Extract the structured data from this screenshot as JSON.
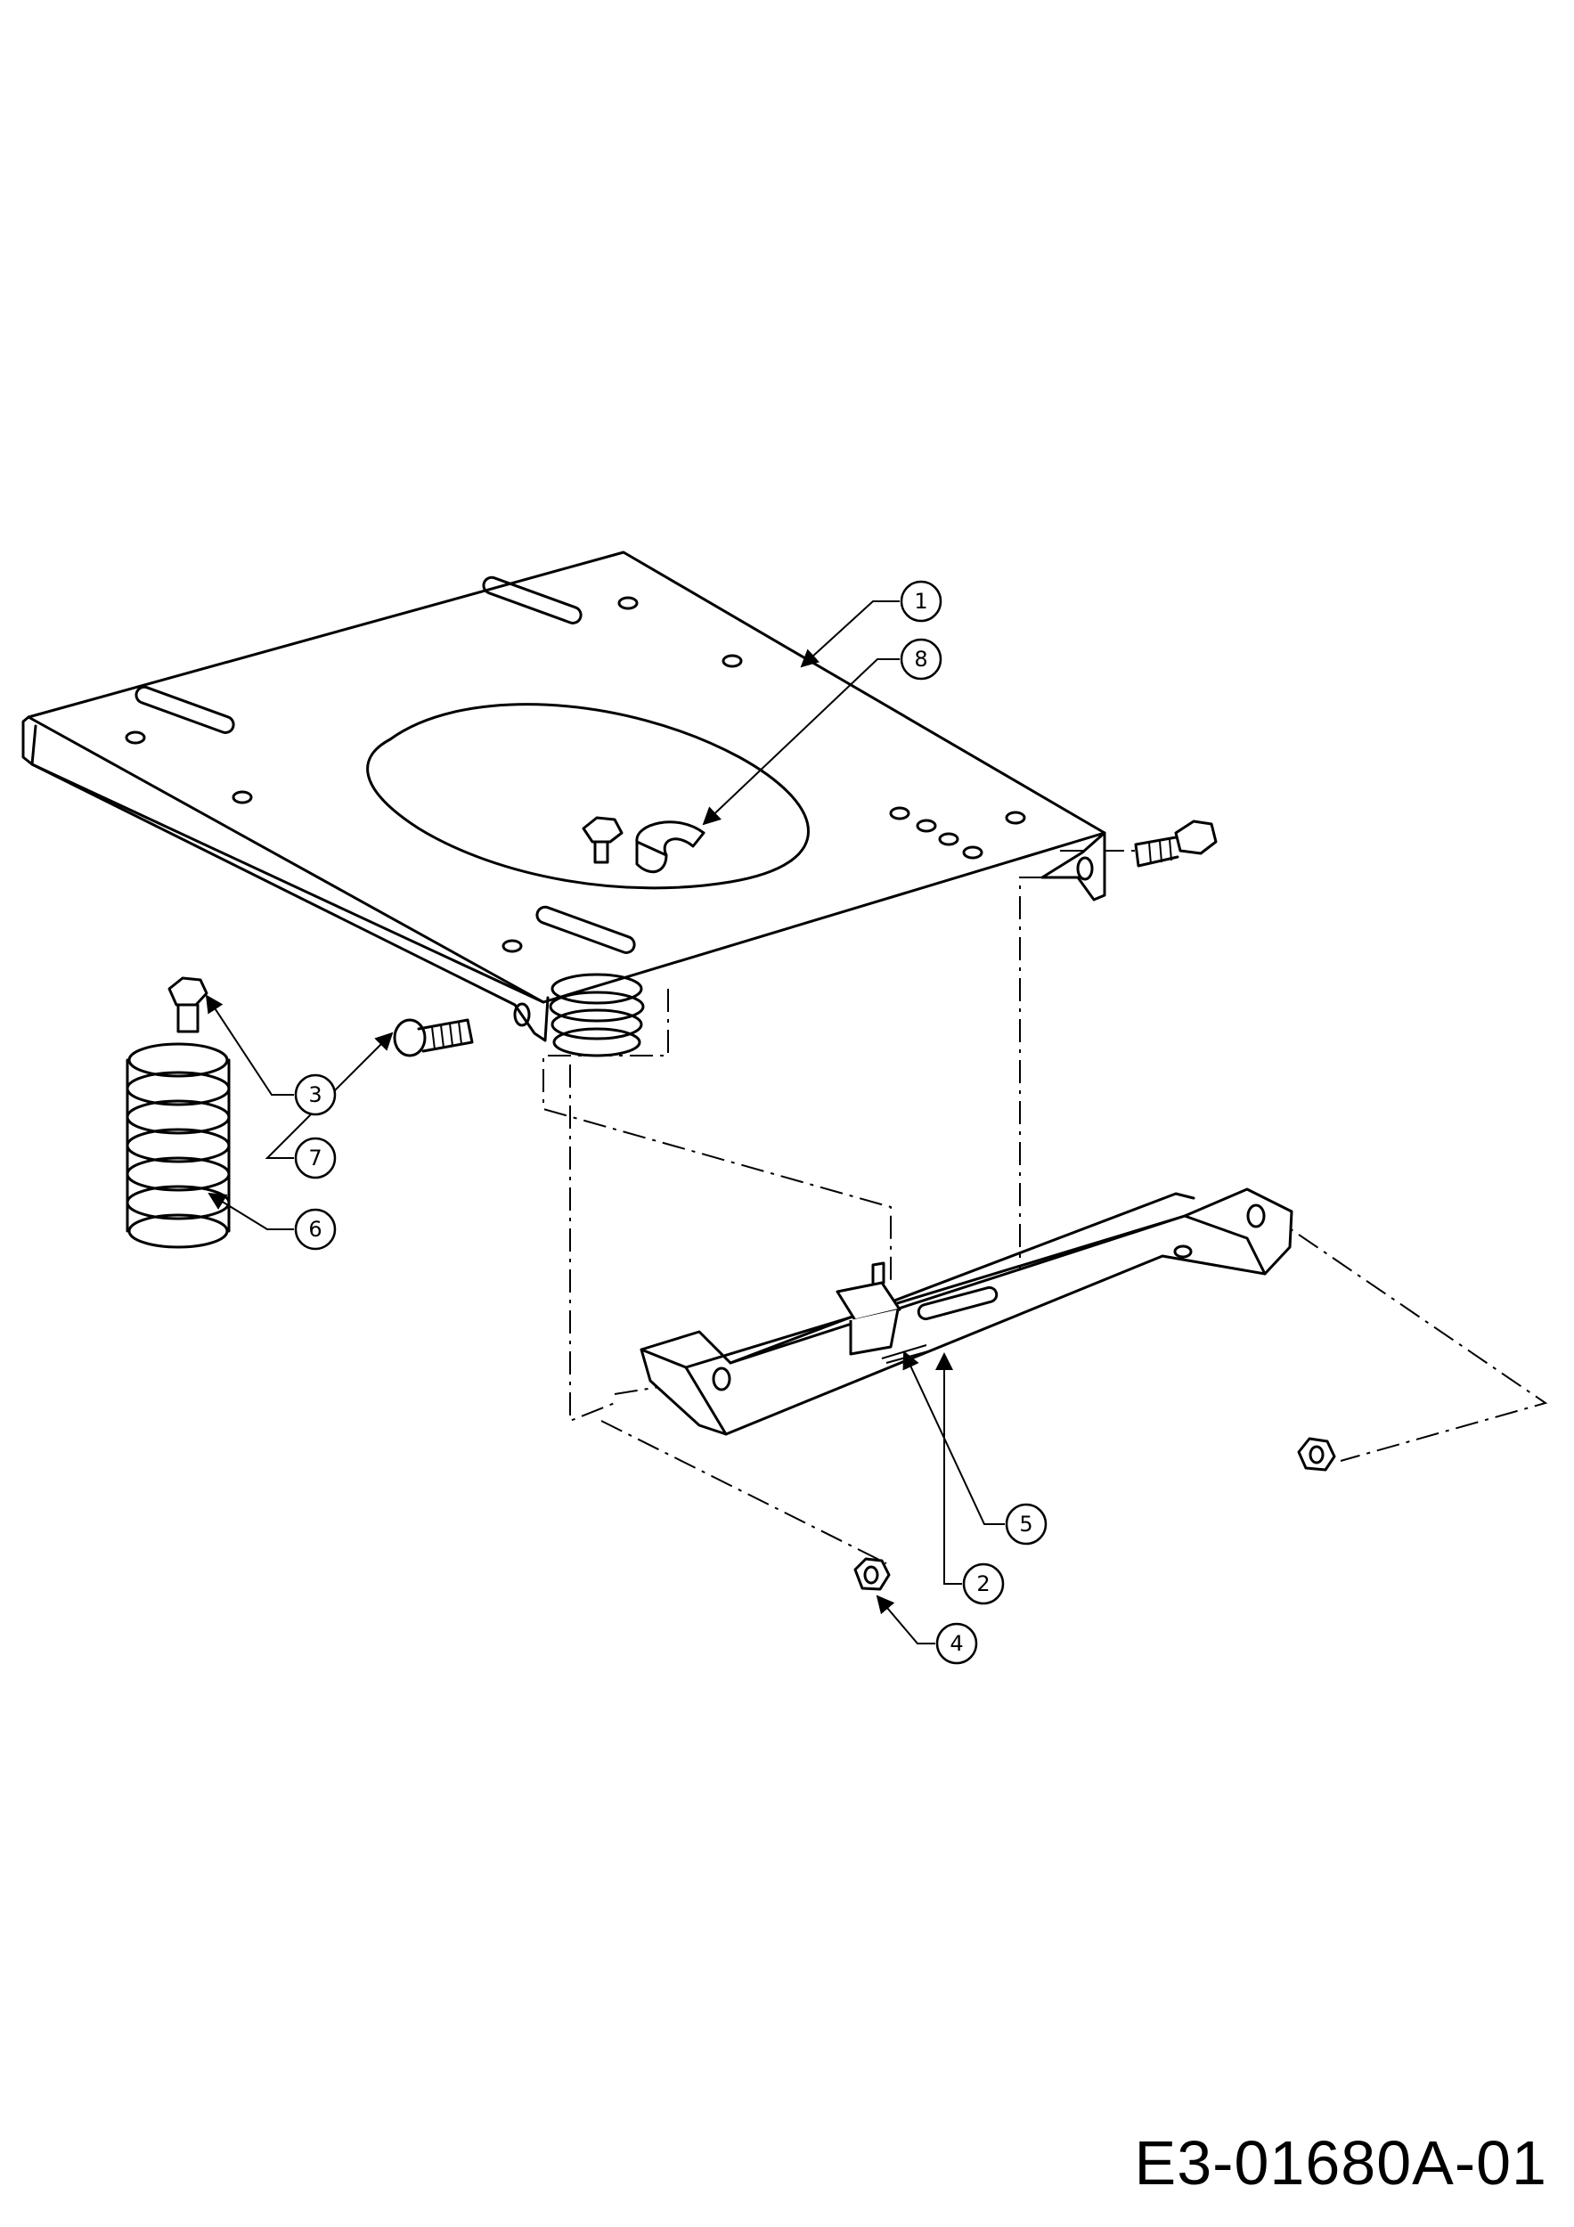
{
  "drawing_number": "E3-01680A-01",
  "callouts": [
    {
      "id": "part-1",
      "label": "1"
    },
    {
      "id": "part-2",
      "label": "2"
    },
    {
      "id": "part-3",
      "label": "3"
    },
    {
      "id": "part-4",
      "label": "4"
    },
    {
      "id": "part-5",
      "label": "5"
    },
    {
      "id": "part-6",
      "label": "6"
    },
    {
      "id": "part-7",
      "label": "7"
    },
    {
      "id": "part-8",
      "label": "8"
    }
  ]
}
